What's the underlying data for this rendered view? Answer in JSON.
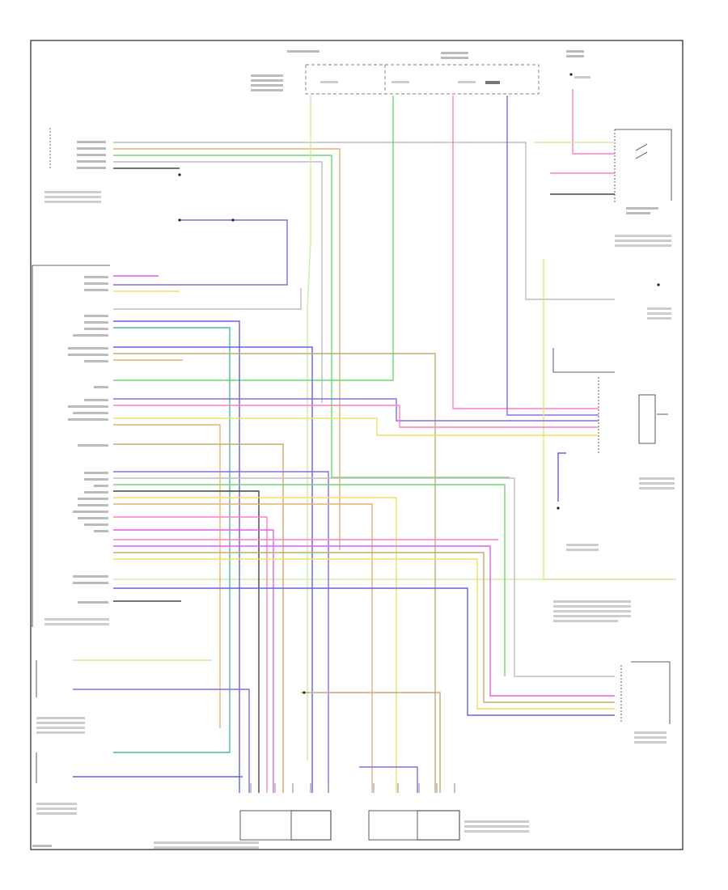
{
  "diagram": {
    "wire_colors": {
      "green": "#6ed86e",
      "light_green": "#c8f0a0",
      "pink": "#ff7fc8",
      "magenta": "#e060e0",
      "blue": "#6060e8",
      "violet": "#8a6ae8",
      "orange": "#e8b070",
      "tan": "#c8a870",
      "yellow": "#f0e060",
      "gray": "#bdbdbd",
      "teal": "#48b8a8",
      "black": "#444444"
    },
    "modules": [
      {
        "id": "main-control-module",
        "name": ""
      },
      {
        "id": "fuse-junction-box",
        "name": ""
      },
      {
        "id": "right-connector-block",
        "name": ""
      },
      {
        "id": "lower-right-module",
        "name": ""
      },
      {
        "id": "left-sensor-upper",
        "name": ""
      },
      {
        "id": "left-sensor-lower",
        "name": ""
      },
      {
        "id": "left-actuator",
        "name": ""
      },
      {
        "id": "right-actuator",
        "name": ""
      }
    ],
    "footer_code": ""
  }
}
